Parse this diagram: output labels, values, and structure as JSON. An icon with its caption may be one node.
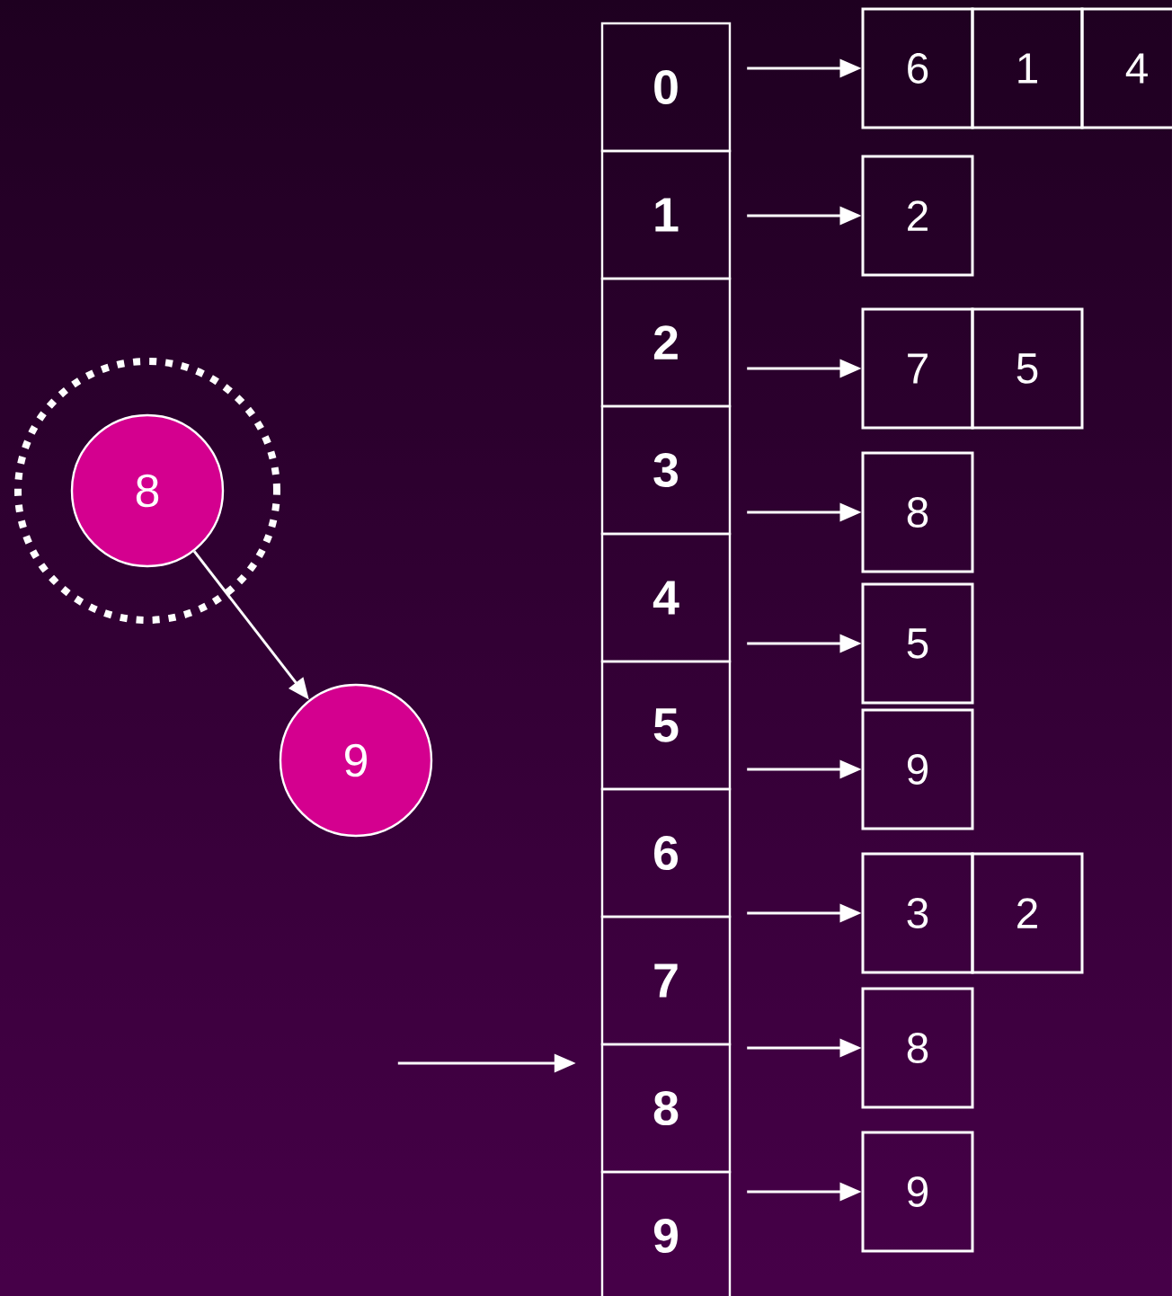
{
  "diagram": {
    "nodes": [
      {
        "text": [
          "8"
        ]
      },
      {
        "text": [
          "9"
        ]
      },
      {
        "text": [
          "0"
        ]
      },
      {
        "text": [
          "1"
        ]
      },
      {
        "text": [
          "2"
        ]
      },
      {
        "text": [
          "3"
        ]
      },
      {
        "text": [
          "4"
        ]
      },
      {
        "text": [
          "5"
        ]
      },
      {
        "text": [
          "6"
        ]
      },
      {
        "text": [
          "7"
        ]
      },
      {
        "text": [
          "8"
        ]
      },
      {
        "text": [
          "9"
        ]
      },
      {
        "text": [
          "6"
        ]
      },
      {
        "text": [
          "1"
        ]
      },
      {
        "text": [
          "4"
        ]
      },
      {
        "text": [
          "2"
        ]
      },
      {
        "text": [
          "7"
        ]
      },
      {
        "text": [
          "5"
        ]
      },
      {
        "text": [
          "8"
        ]
      },
      {
        "text": [
          "5"
        ]
      },
      {
        "text": [
          "9"
        ]
      },
      {
        "text": [
          "3"
        ]
      },
      {
        "text": [
          "2"
        ]
      },
      {
        "text": [
          "8"
        ]
      },
      {
        "text": [
          "9"
        ]
      }
    ],
    "edges": [
      {
        "from": 0,
        "to": 1,
        "arrow": "to"
      },
      {
        "from": 2,
        "to": 12,
        "arrow": "to"
      },
      {
        "from": 3,
        "to": 15,
        "arrow": "to"
      },
      {
        "from": 4,
        "to": 16,
        "arrow": "to"
      },
      {
        "from": 5,
        "to": 18,
        "arrow": "to"
      },
      {
        "from": 6,
        "to": 19,
        "arrow": "to"
      },
      {
        "from": 7,
        "to": 20,
        "arrow": "to"
      },
      {
        "from": 8,
        "to": 21,
        "arrow": "to"
      },
      {
        "from": 10,
        "to": 23,
        "arrow": "to"
      },
      {
        "from": 11,
        "to": 24,
        "arrow": "to"
      },
      {
        "from": null,
        "to": 10,
        "arrow": "to"
      }
    ]
  }
}
